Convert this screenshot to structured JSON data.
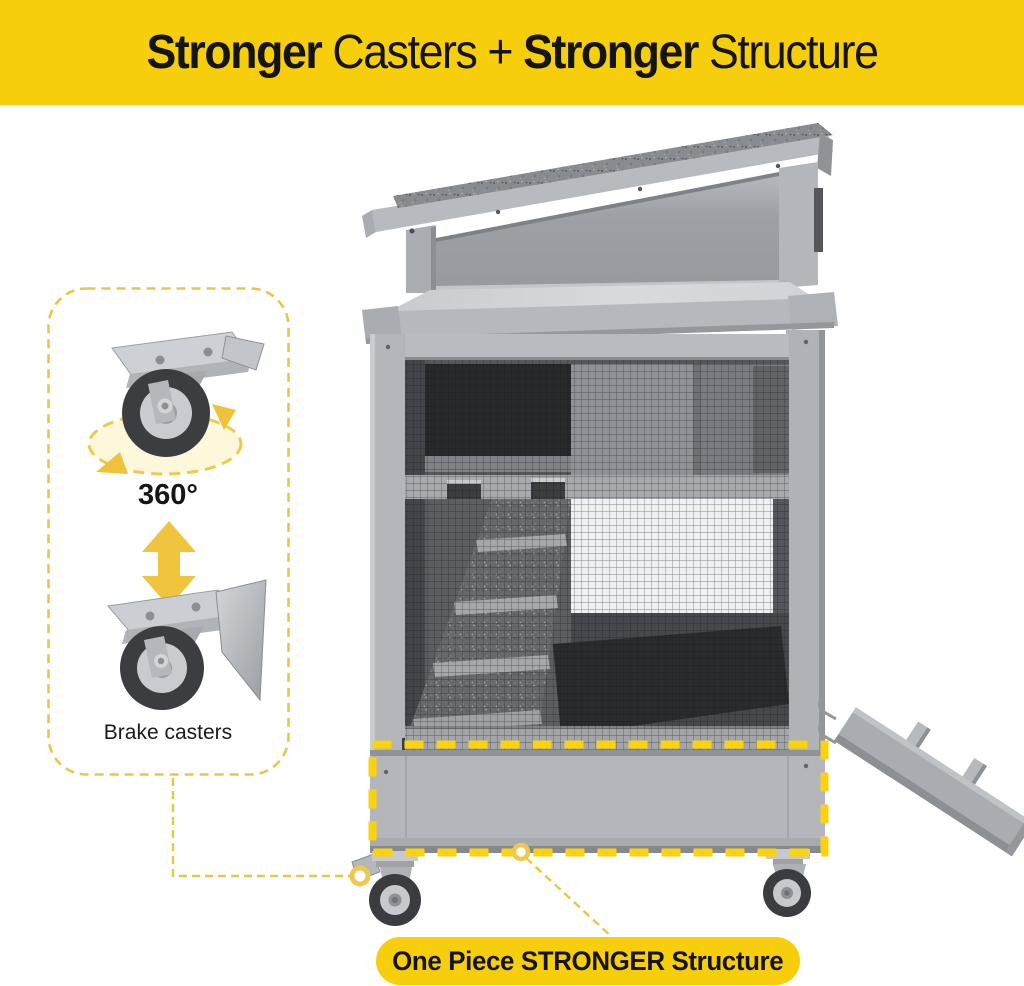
{
  "banner": {
    "background_color": "#F7CE0B",
    "full_text": "Stronger Casters + Stronger Structure",
    "segments": [
      {
        "text": "Stronger",
        "bold": true
      },
      {
        "text": " Casters + ",
        "bold": false
      },
      {
        "text": "Stronger",
        "bold": true
      },
      {
        "text": " Structure",
        "bold": false
      }
    ]
  },
  "callout": {
    "rotation_label": "360°",
    "brake_label": "Brake casters",
    "icons": {
      "swivel_caster": "swivel-caster-photo",
      "brake_caster": "brake-caster-photo",
      "rotation_motion": "dashed-rotation-ellipse-with-arrows",
      "up_down": "double-headed-vertical-arrow"
    }
  },
  "highlight": {
    "structure_label": "One Piece STRONGER Structure"
  },
  "product": {
    "alt": "Grey wooden pet hutch with slanted felt roof, wire mesh front, interior ramp, fold-down side door ramp and swivel brake casters"
  },
  "colors": {
    "banner_yellow": "#F7CE0B",
    "dash_highlight_yellow": "#FCD20D",
    "accent_gold": "#E9C54C",
    "arrow_gold": "#F0C43C",
    "text_black": "#1B1B19",
    "hutch_gray": "#B2B5B9"
  }
}
